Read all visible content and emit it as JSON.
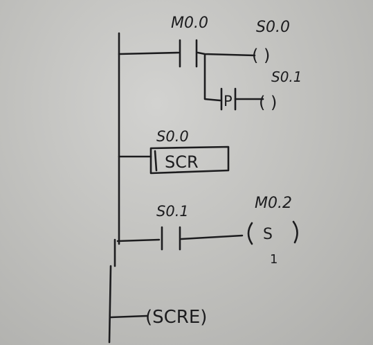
{
  "diagram": {
    "rungs": [
      {
        "contact": "M0.0",
        "coils": [
          {
            "operand": "S0.0",
            "instruction": "( )"
          },
          {
            "operand": "S0.1",
            "instruction": "( )"
          }
        ],
        "edge_contact": "P"
      },
      {
        "box": {
          "operand": "S0.0",
          "instruction": "SCR"
        }
      },
      {
        "contact": "S0.1",
        "coil": {
          "operand": "M0.2",
          "instruction": "S",
          "count": "1"
        }
      },
      {
        "end": "(SCRE)"
      }
    ]
  }
}
